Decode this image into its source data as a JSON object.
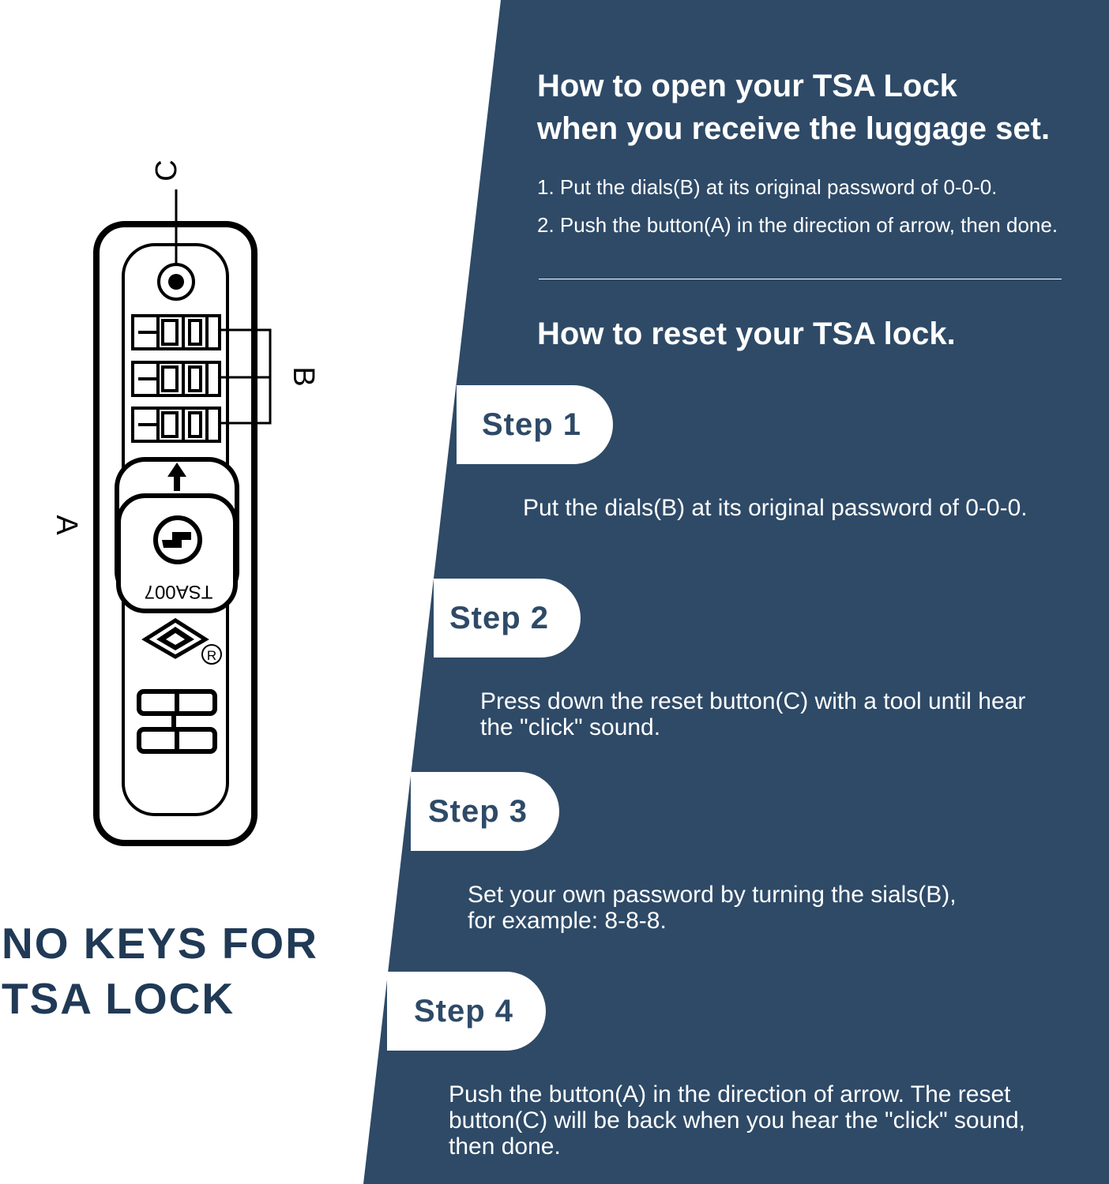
{
  "colors": {
    "panel": "#2e4a67",
    "pill_text": "#2e4a67",
    "headline": "#203a56",
    "white": "#ffffff"
  },
  "open_section": {
    "title_line1": "How to open your TSA Lock",
    "title_line2": "when you receive the luggage set.",
    "steps": [
      "1. Put the dials(B) at its original password of 0-0-0.",
      "2. Push the button(A) in the direction of arrow, then done."
    ]
  },
  "reset_section": {
    "title": "How to reset your TSA lock.",
    "steps": [
      {
        "label": "Step 1",
        "lines": [
          "Put the dials(B) at its original password of 0-0-0."
        ]
      },
      {
        "label": "Step 2",
        "lines": [
          "Press down the reset button(C) with a tool until hear",
          "the \"click\" sound."
        ]
      },
      {
        "label": "Step 3",
        "lines": [
          "Set your own password by turning the sials(B),",
          "for example: 8-8-8."
        ]
      },
      {
        "label": "Step 4",
        "lines": [
          "Push the button(A) in the direction of arrow. The reset",
          "button(C) will be back when you hear the \"click\" sound,",
          "then done."
        ]
      }
    ]
  },
  "headline": {
    "line1": "NO KEYS FOR",
    "line2": "TSA LOCK"
  },
  "lock_diagram": {
    "label_a": "A",
    "label_b": "B",
    "label_c": "C",
    "model": "TSA007",
    "dial_digit": "0",
    "registered_mark": "R",
    "icons": [
      "reset-button-icon",
      "arrow-up-icon",
      "keyhole-icon",
      "tsa-diamond-logo",
      "registered-icon"
    ]
  }
}
